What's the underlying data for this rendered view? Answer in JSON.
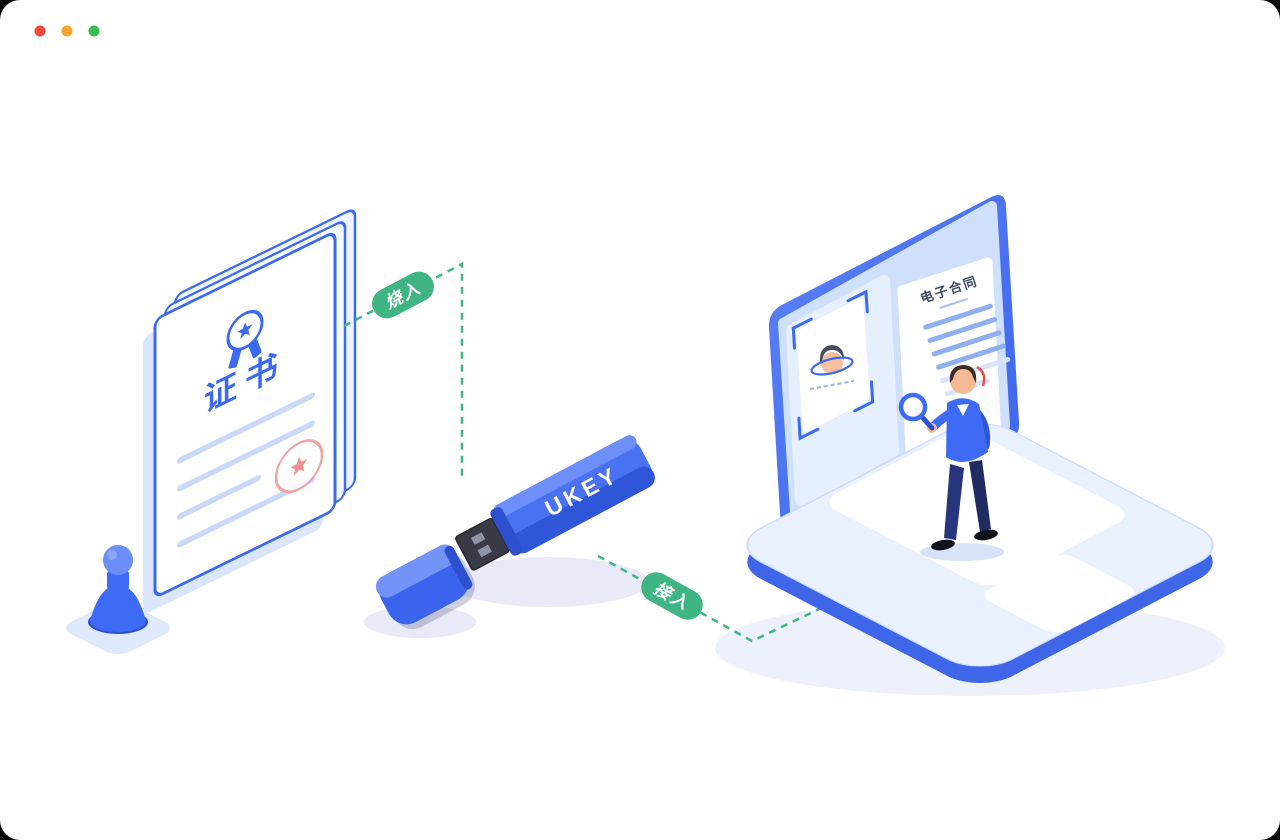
{
  "window": {
    "controls": [
      {
        "id": "close",
        "color": "#f6493c"
      },
      {
        "id": "minimize",
        "color": "#f8a32d"
      },
      {
        "id": "maximize",
        "color": "#33bf51"
      }
    ]
  },
  "illustration": {
    "certificate": {
      "title": "证书"
    },
    "ukey": {
      "label": "UKEY"
    },
    "contract": {
      "title": "电子合同"
    },
    "connections": [
      {
        "id": "burn-in",
        "label": "烧入"
      },
      {
        "id": "plug-in",
        "label": "接入"
      }
    ],
    "colors": {
      "primary_blue": "#3b6af0",
      "accent_green": "#3eb583",
      "seal_red": "#f0a3a3",
      "screen_light_blue": "#cfe0fd"
    }
  }
}
